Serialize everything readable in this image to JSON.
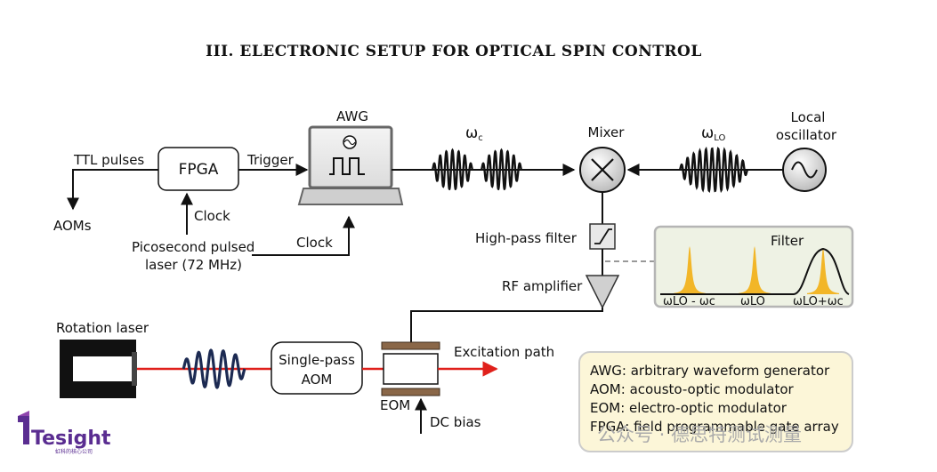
{
  "title": "III.   ELECTRONIC SETUP FOR OPTICAL SPIN CONTROL",
  "labels": {
    "ttl_pulses": "TTL pulses",
    "aoms": "AOMs",
    "fpga": "FPGA",
    "trigger": "Trigger",
    "clock_fpga": "Clock",
    "clock_awg": "Clock",
    "laser_line1": "Picosecond pulsed",
    "laser_line2": "laser (72 MHz)",
    "awg": "AWG",
    "omega_c": "ωc",
    "mixer": "Mixer",
    "omega_lo": "ωLO",
    "local_osc_line1": "Local",
    "local_osc_line2": "oscillator",
    "high_pass_filter": "High-pass filter",
    "rf_amplifier": "RF amplifier",
    "rotation_laser": "Rotation laser",
    "aom_line1": "Single-pass",
    "aom_line2": "AOM",
    "excitation_path": "Excitation path",
    "eom": "EOM",
    "dc_bias": "DC bias"
  },
  "inset": {
    "filter": "Filter",
    "peak_left": "ωLO - ωc",
    "peak_mid": "ωLO",
    "peak_right": "ωLO+ωc"
  },
  "legend": [
    "AWG: arbitrary waveform generator",
    "AOM: acousto-optic modulator",
    "EOM: electro-optic modulator",
    "FPGA: field programmable gate array"
  ],
  "watermark": "公众号 · 德思特测试测量",
  "logo": {
    "name": "Tesight",
    "sub": "虹科的核心公司"
  },
  "colors": {
    "line": "#111111",
    "laser": "#e0201b",
    "coil": "#1c2a52",
    "peak": "#f2b628",
    "inset_bg": "#eef2e4",
    "inset_border": "#b5b5b5",
    "legend_bg": "#fcf6d8",
    "legend_border": "#cccccc",
    "eom_plate": "#8a6748"
  }
}
